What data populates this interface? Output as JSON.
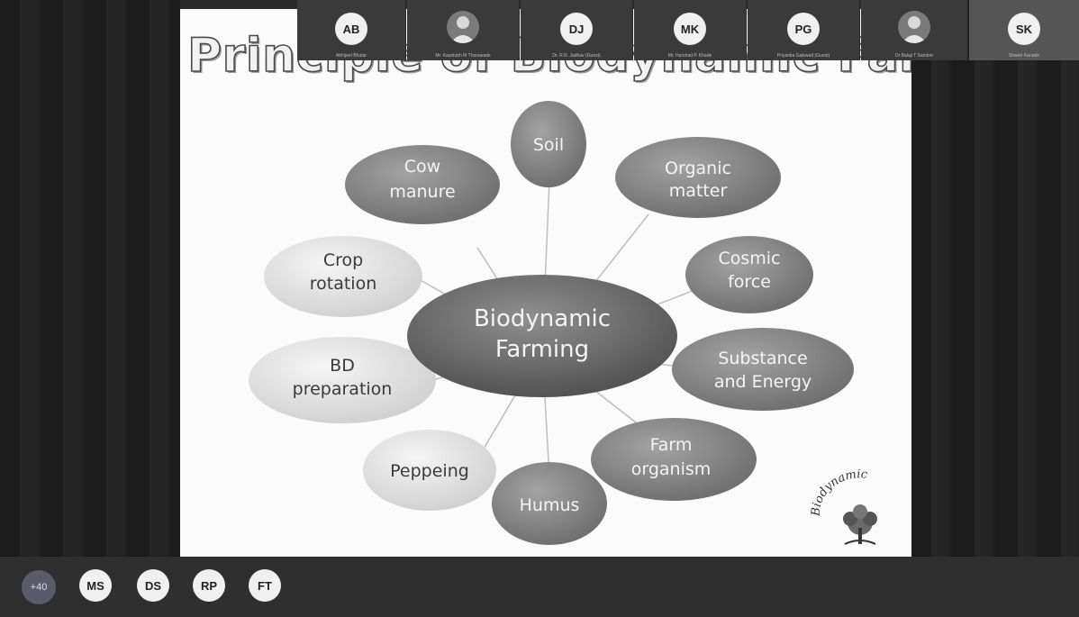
{
  "slide": {
    "title": "Principle of Biodynamic Farming",
    "center": {
      "line1": "Biodynamic",
      "line2": "Farming"
    },
    "nodes": [
      {
        "key": "soil",
        "line1": "Soil",
        "line2": ""
      },
      {
        "key": "organic-matter",
        "line1": "Organic",
        "line2": "matter"
      },
      {
        "key": "cosmic-force",
        "line1": "Cosmic",
        "line2": "force"
      },
      {
        "key": "substance-energy",
        "line1": "Substance",
        "line2": "and Energy"
      },
      {
        "key": "farm-organism",
        "line1": "Farm",
        "line2": "organism"
      },
      {
        "key": "humus",
        "line1": "Humus",
        "line2": ""
      },
      {
        "key": "peppeing",
        "line1": "Peppeing",
        "line2": ""
      },
      {
        "key": "bd-preparation",
        "line1": "BD",
        "line2": "preparation"
      },
      {
        "key": "crop-rotation",
        "line1": "Crop",
        "line2": "rotation"
      },
      {
        "key": "cow-manure",
        "line1": "Cow",
        "line2": "manure"
      }
    ],
    "logo_text": "Biodynamic"
  },
  "participants": {
    "more": "+40",
    "list": [
      {
        "initials": "MS",
        "name": ""
      },
      {
        "initials": "DS",
        "name": ""
      },
      {
        "initials": "RP",
        "name": ""
      },
      {
        "initials": "FT",
        "name": ""
      },
      {
        "initials": "AB",
        "name": "Abhijeet Bhutar"
      },
      {
        "initials": "",
        "name": "Mr. Kaustubh M Thorawade"
      },
      {
        "initials": "DJ",
        "name": "Dr. R.R. Jadhav (Guest)"
      },
      {
        "initials": "MK",
        "name": "Mr. Harshad P. Khade"
      },
      {
        "initials": "PG",
        "name": "Priyanka Gaikwad (Guest)"
      },
      {
        "initials": "",
        "name": "Dr Balaji T Sambre"
      },
      {
        "initials": "SK",
        "name": "Shwetr Kanade"
      }
    ]
  },
  "colors": {
    "bubble_dark": "#8c8c8c",
    "bubble_light": "#e6e6e6",
    "center": "#6e6e6e"
  }
}
